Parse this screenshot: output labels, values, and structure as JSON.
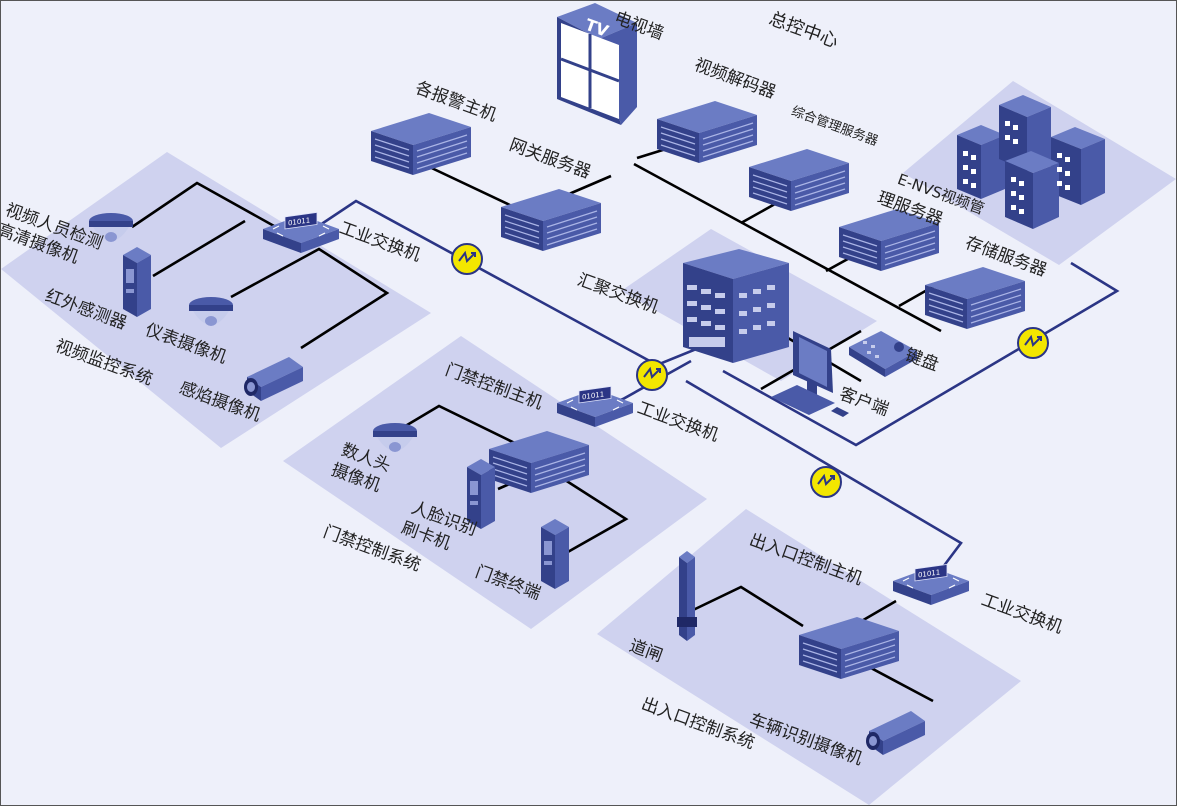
{
  "colors": {
    "background": "#eef0fa",
    "zone": "#cfd2ef",
    "device_dark": "#33418a",
    "device_mid": "#4a5aa8",
    "device_light": "#6b7cc4",
    "link_navy": "#2b3585",
    "link_black": "#000000",
    "fiber_badge": "#f3e600"
  },
  "labels": {
    "control_center": "总控中心",
    "tv_wall": "电视墙",
    "tv_badge": "TV",
    "video_decoder": "视频解码器",
    "integrated_mgmt_server": "综合管理服务器",
    "alarm_host": "各报警主机",
    "gateway_server": "网关服务器",
    "env_mgmt_server_1": "E-NVS视频管",
    "env_mgmt_server_2": "理服务器",
    "storage_server": "存储服务器",
    "aggregation_switch": "汇聚交换机",
    "keyboard": "键盘",
    "client": "客户端",
    "industrial_switch_video": "工业交换机",
    "industrial_switch_access": "工业交换机",
    "industrial_switch_entry": "工业交换机",
    "person_detect_1": "视频人员检测",
    "person_detect_2": "高清摄像机",
    "infrared_sensor": "红外感测器",
    "meter_camera": "仪表摄像机",
    "flame_camera": "感焰摄像机",
    "video_system": "视频监控系统",
    "access_host": "门禁控制主机",
    "head_count_1": "数人头",
    "head_count_2": "摄像机",
    "face_card_1": "人脸识别",
    "face_card_2": "刷卡机",
    "access_terminal": "门禁终端",
    "access_system": "门禁控制系统",
    "entry_host": "出入口控制主机",
    "barrier_gate": "道闸",
    "plate_camera": "车辆识别摄像机",
    "entry_system": "出入口控制系统",
    "switch_panel_text": "01011",
    "fiber_symbol": "↗"
  }
}
